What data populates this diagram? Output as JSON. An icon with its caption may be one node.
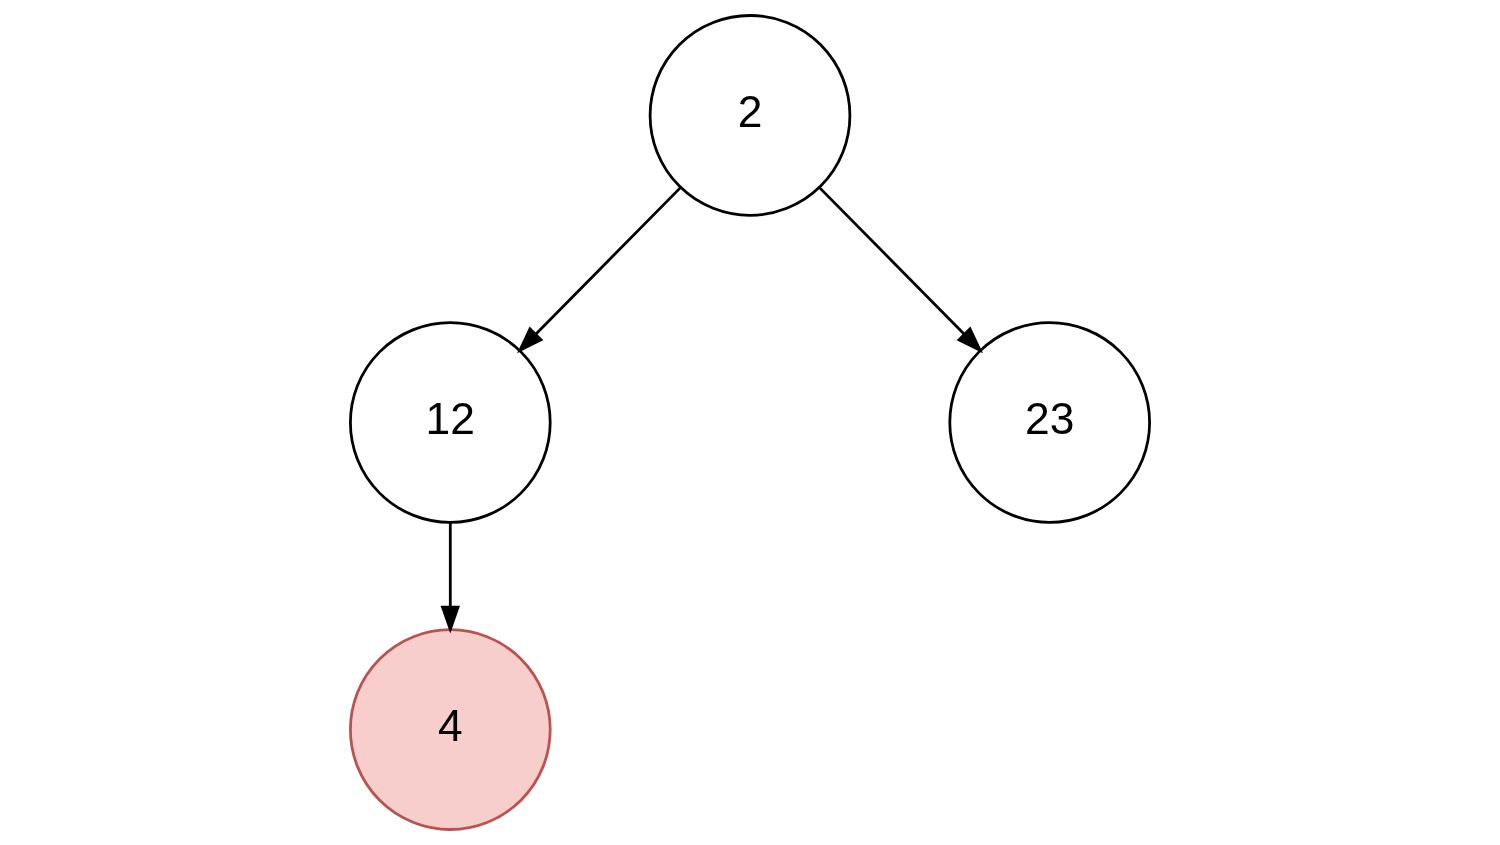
{
  "diagram": {
    "nodes": [
      {
        "text": [
          "2"
        ]
      },
      {
        "text": [
          "12"
        ]
      },
      {
        "text": [
          "23"
        ]
      },
      {
        "text": [
          "4"
        ]
      }
    ],
    "edges": [
      {
        "from": 0,
        "to": 1,
        "arrow": "to"
      },
      {
        "from": 0,
        "to": 2,
        "arrow": "to"
      },
      {
        "from": 1,
        "to": 3,
        "arrow": "to"
      }
    ]
  }
}
